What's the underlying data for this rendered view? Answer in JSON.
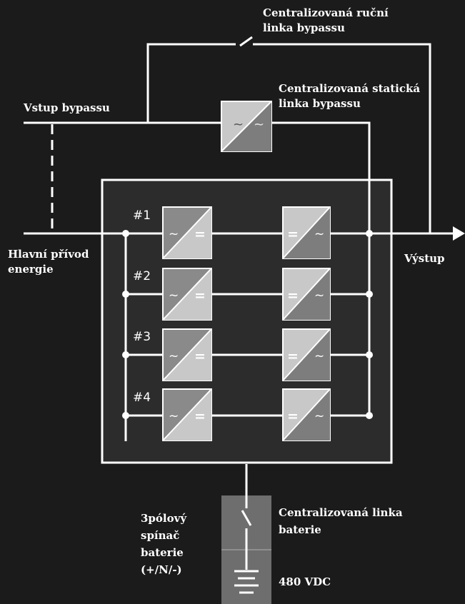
{
  "labels": {
    "manual_bypass": [
      "Centralizovaná ruční",
      "linka bypassu"
    ],
    "static_bypass": [
      "Centralizovaná statická",
      "linka bypassu"
    ],
    "bypass_input": "Vstup bypassu",
    "main_input": [
      "Hlavní přívod",
      "energie"
    ],
    "output": "Výstup",
    "battery_switch": [
      "3pólový",
      "spínač",
      "baterie",
      "(+/N/-)"
    ],
    "battery_line": [
      "Centralizovaná linka",
      "baterie"
    ],
    "battery_voltage": "480 VDC"
  },
  "modules": [
    "#1",
    "#2",
    "#3",
    "#4"
  ],
  "symbols": {
    "ac": "~",
    "dc": "="
  },
  "colors": {
    "background": "#1b1b1b",
    "line": "#ffffff",
    "frame_fill": "#2c2c2c",
    "box_light": "#c8c8c8",
    "box_dark": "#7d7d7d"
  }
}
